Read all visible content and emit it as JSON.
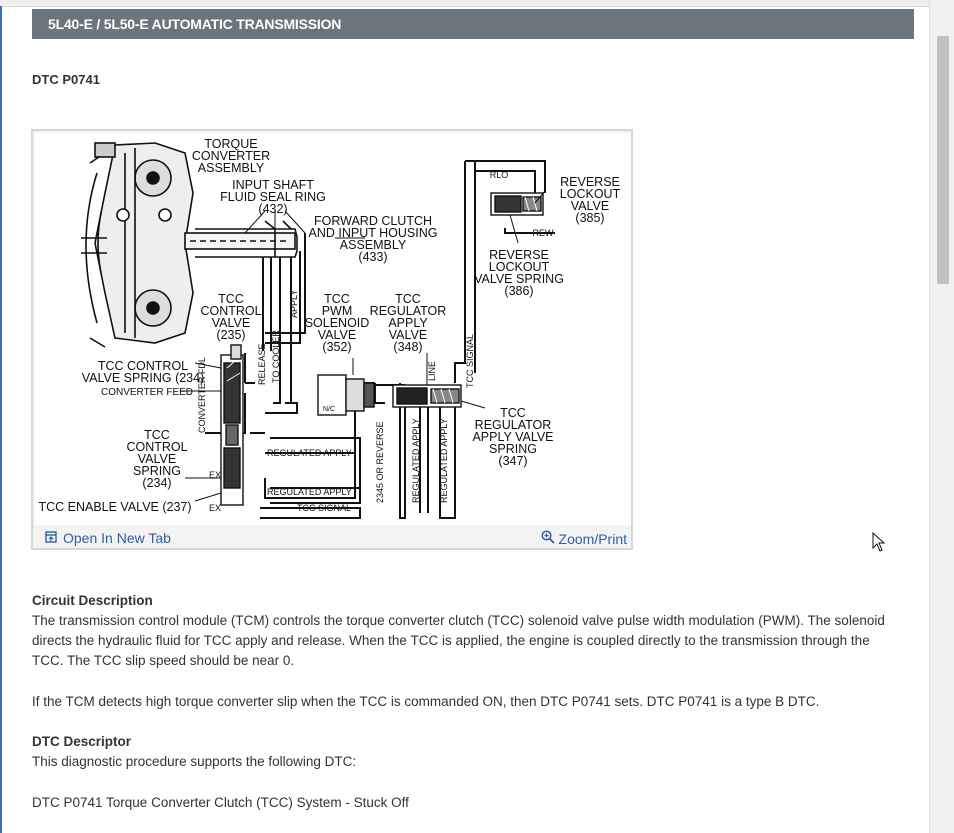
{
  "header": {
    "title": "5L40-E / 5L50-E AUTOMATIC TRANSMISSION"
  },
  "dtc": {
    "code": "DTC P0741"
  },
  "figure": {
    "open_label": "Open In New Tab",
    "zoom_label": "Zoom/Print",
    "labels": {
      "torque_converter": [
        "TORQUE",
        "CONVERTER",
        "ASSEMBLY"
      ],
      "input_shaft": [
        "INPUT SHAFT",
        "FLUID SEAL RING",
        "(432)"
      ],
      "forward_clutch": [
        "FORWARD CLUTCH",
        "AND INPUT HOUSING",
        "ASSEMBLY",
        "(433)"
      ],
      "tcc_control_valve": [
        "TCC",
        "CONTROL",
        "VALVE",
        "(235)"
      ],
      "tcc_pwm": [
        "TCC",
        "PWM",
        "SOLENOID",
        "VALVE",
        "(352)"
      ],
      "tcc_reg_apply": [
        "TCC",
        "REGULATOR",
        "APPLY",
        "VALVE",
        "(348)"
      ],
      "tcc_control_spring_234": [
        "TCC CONTROL",
        "VALVE SPRING (234)"
      ],
      "converter_feed": "CONVERTER FEED",
      "tcc_control_valve_spring": [
        "TCC",
        "CONTROL",
        "VALVE",
        "SPRING",
        "(234)"
      ],
      "tcc_enable": "TCC ENABLE VALVE (237)",
      "reverse_lockout_valve": [
        "REVERSE",
        "LOCKOUT",
        "VALVE",
        "(385)"
      ],
      "reverse_lockout_spring": [
        "REVERSE",
        "LOCKOUT",
        "VALVE SPRING",
        "(386)"
      ],
      "tcc_reg_spring": [
        "TCC",
        "REGULATOR",
        "APPLY VALVE",
        "SPRING",
        "(347)"
      ],
      "rlo": "RLO",
      "rew": "REW",
      "ex": "EX",
      "nc": "N/C",
      "line": "LINE",
      "release": "RELEASE",
      "to_cooler": "TO COOLER",
      "apply": "APPLY",
      "converter_fdl": "CONVERTER FDL",
      "tcc_signal": "TCC SIGNAL",
      "regulated_apply": "REGULATED APPLY",
      "reverse_2345": "2345 OR REVERSE"
    }
  },
  "circuit": {
    "heading": "Circuit Description",
    "p1": " The transmission control module (TCM) controls the torque converter clutch (TCC) solenoid valve pulse width modulation (PWM). The solenoid directs the hydraulic fluid for TCC apply and release. When the TCC is applied, the engine is coupled directly to the transmission through the TCC. The TCC slip speed should be near 0.",
    "p2": " If the TCM detects high torque converter slip when the TCC is commanded ON, then DTC P0741 sets. DTC P0741 is a type B DTC."
  },
  "descriptor": {
    "heading": "DTC Descriptor",
    "p1": " This diagnostic procedure supports the following DTC:",
    "p2": " DTC P0741 Torque Converter Clutch (TCC) System - Stuck Off"
  }
}
